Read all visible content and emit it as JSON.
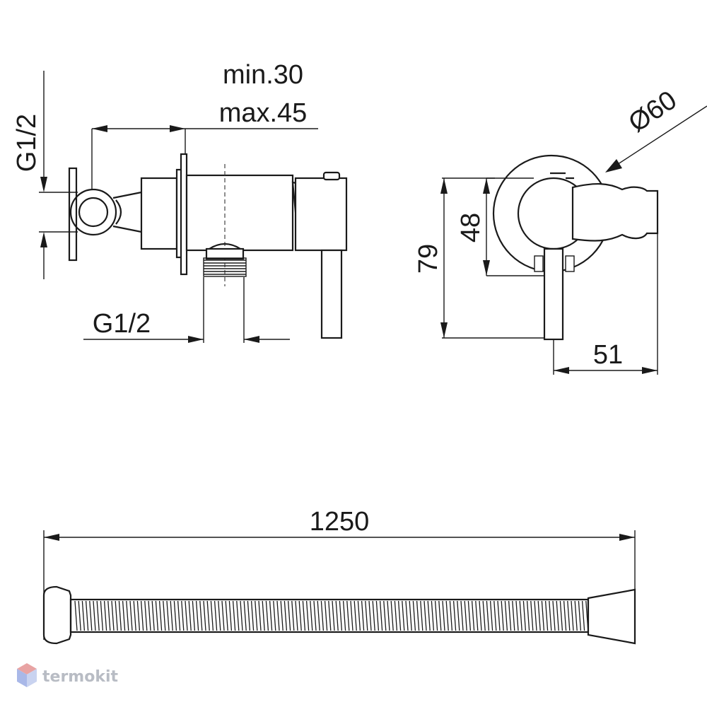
{
  "dimensions": {
    "inlet_thread_side": "G1/2",
    "wall_depth_min": "min.30",
    "wall_depth_max": "max.45",
    "outlet_thread": "G1/2",
    "rosette_diameter": "Ø60",
    "body_height": "48",
    "total_height": "79",
    "handle_offset": "51",
    "hose_length": "1250"
  },
  "logo": {
    "text": "termokit",
    "colors": {
      "top": "#e8a3a3",
      "left": "#a9b8e8",
      "right": "#c9d3f0"
    }
  }
}
